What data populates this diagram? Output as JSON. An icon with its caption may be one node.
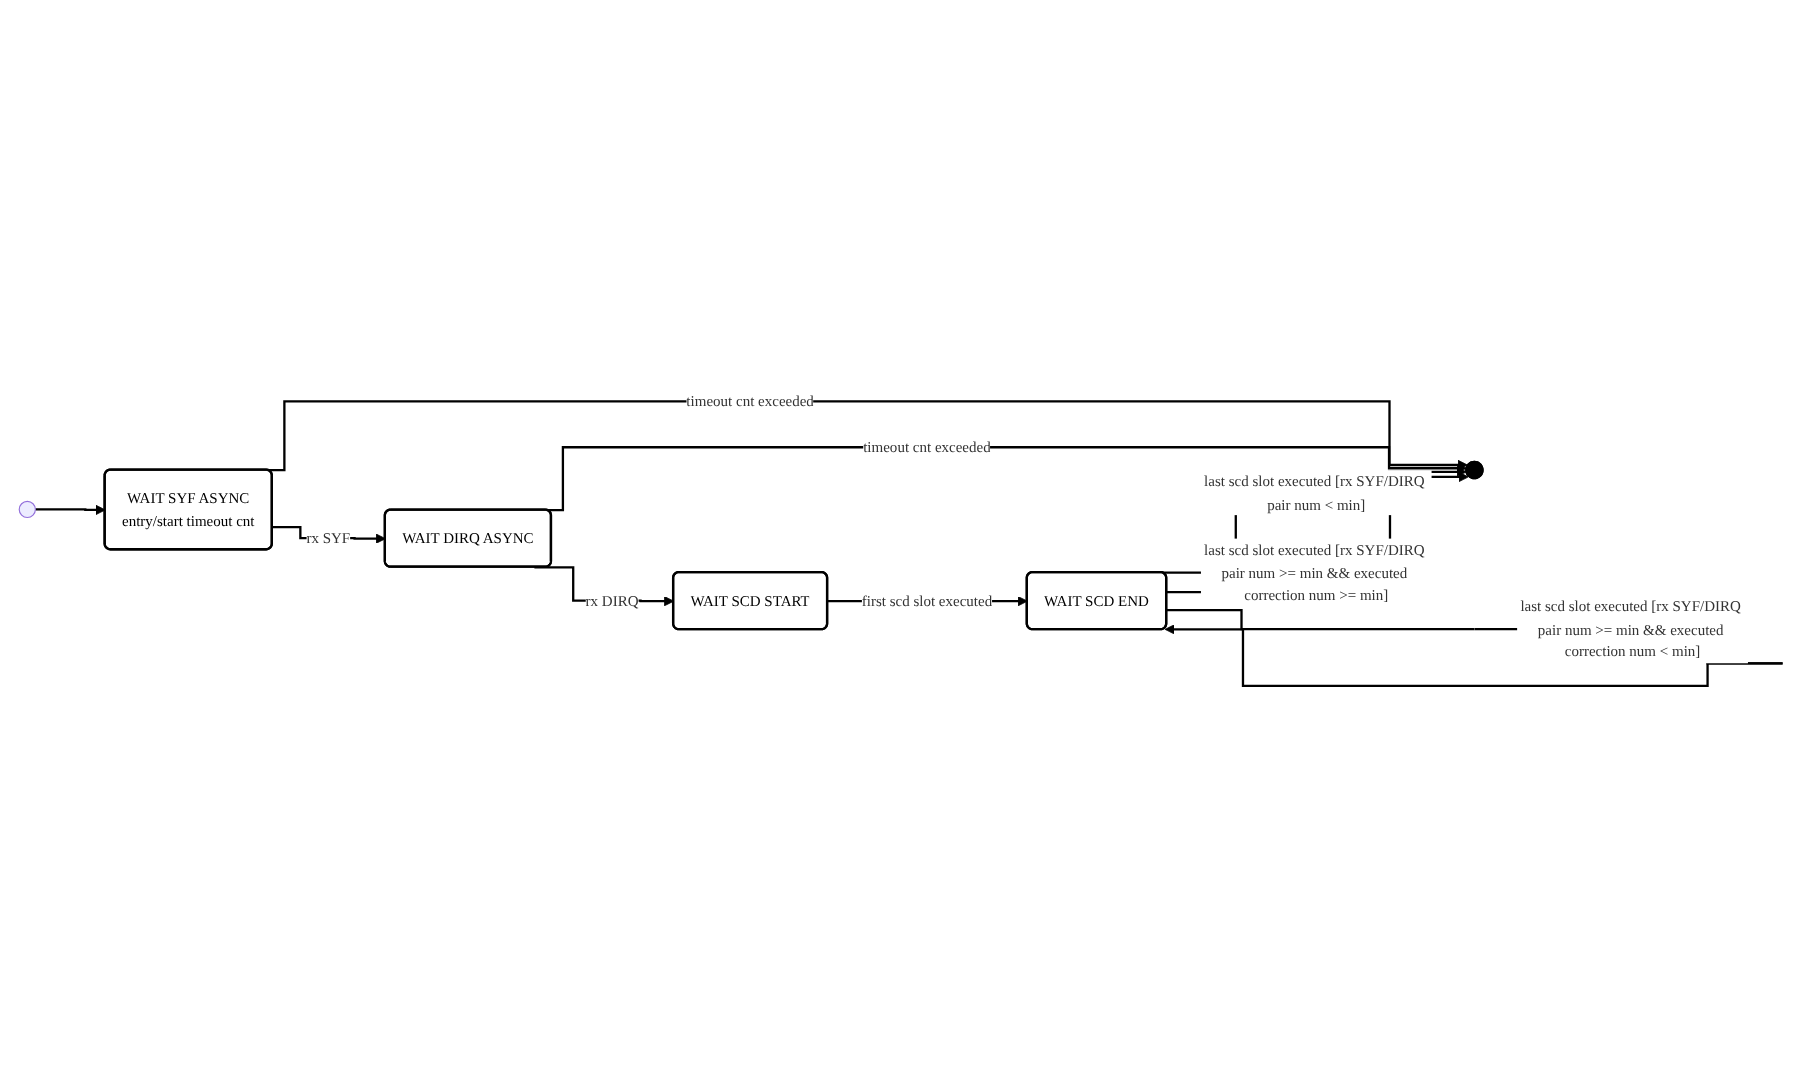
{
  "diagram": {
    "nodes": [
      {
        "text": [],
        "shape": "circle"
      },
      {
        "text": [
          "WAIT SYF ASYNC",
          "entry/start timeout cnt"
        ]
      },
      {
        "text": [
          "WAIT DIRQ ASYNC"
        ]
      },
      {
        "text": [],
        "shape": "circle"
      },
      {
        "text": [
          "WAIT SCD START"
        ]
      },
      {
        "text": [
          "WAIT SCD END"
        ]
      }
    ],
    "edges": [
      {
        "from": 0,
        "to": 1,
        "arrow": "to"
      },
      {
        "from": 1,
        "to": 2,
        "arrow": "to",
        "label": "rx SYF"
      },
      {
        "from": 1,
        "to": 3,
        "arrow": "to",
        "label": "timeout cnt exceeded"
      },
      {
        "from": 2,
        "to": 3,
        "arrow": "to",
        "label": "timeout cnt exceeded"
      },
      {
        "from": 2,
        "to": 4,
        "arrow": "to",
        "label": "rx DIRQ"
      },
      {
        "from": 4,
        "to": 5,
        "arrow": "to",
        "label": "first scd slot executed"
      },
      {
        "from": 5,
        "to": 3,
        "arrow": "to",
        "label": "last scd slot executed [rx SYF/DIRQ pair num < min]"
      },
      {
        "from": 5,
        "to": 5,
        "arrow": "to",
        "label": "last scd slot executed [rx SYF/DIRQ pair num >= min && executed correction num < min]"
      },
      {
        "from": 5,
        "to": 3,
        "arrow": "to",
        "label": "last scd slot executed [rx SYF/DIRQ pair num >= min && executed correction num >= min]"
      }
    ]
  }
}
